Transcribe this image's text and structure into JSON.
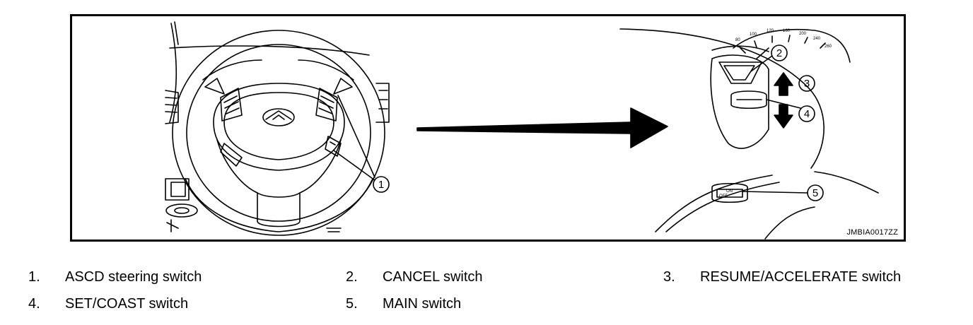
{
  "figure": {
    "code": "JMBIA0017ZZ",
    "callouts": [
      "1",
      "2",
      "3",
      "4",
      "5"
    ],
    "gauge_ticks": [
      "80",
      "100",
      "120",
      "160",
      "200",
      "240",
      "260"
    ],
    "switch_text": [
      "ON",
      "OFF"
    ]
  },
  "legend": [
    {
      "num": "1.",
      "label": "ASCD steering switch"
    },
    {
      "num": "2.",
      "label": "CANCEL switch"
    },
    {
      "num": "3.",
      "label": "RESUME/ACCELERATE switch"
    },
    {
      "num": "4.",
      "label": "SET/COAST switch"
    },
    {
      "num": "5.",
      "label": "MAIN switch"
    }
  ]
}
